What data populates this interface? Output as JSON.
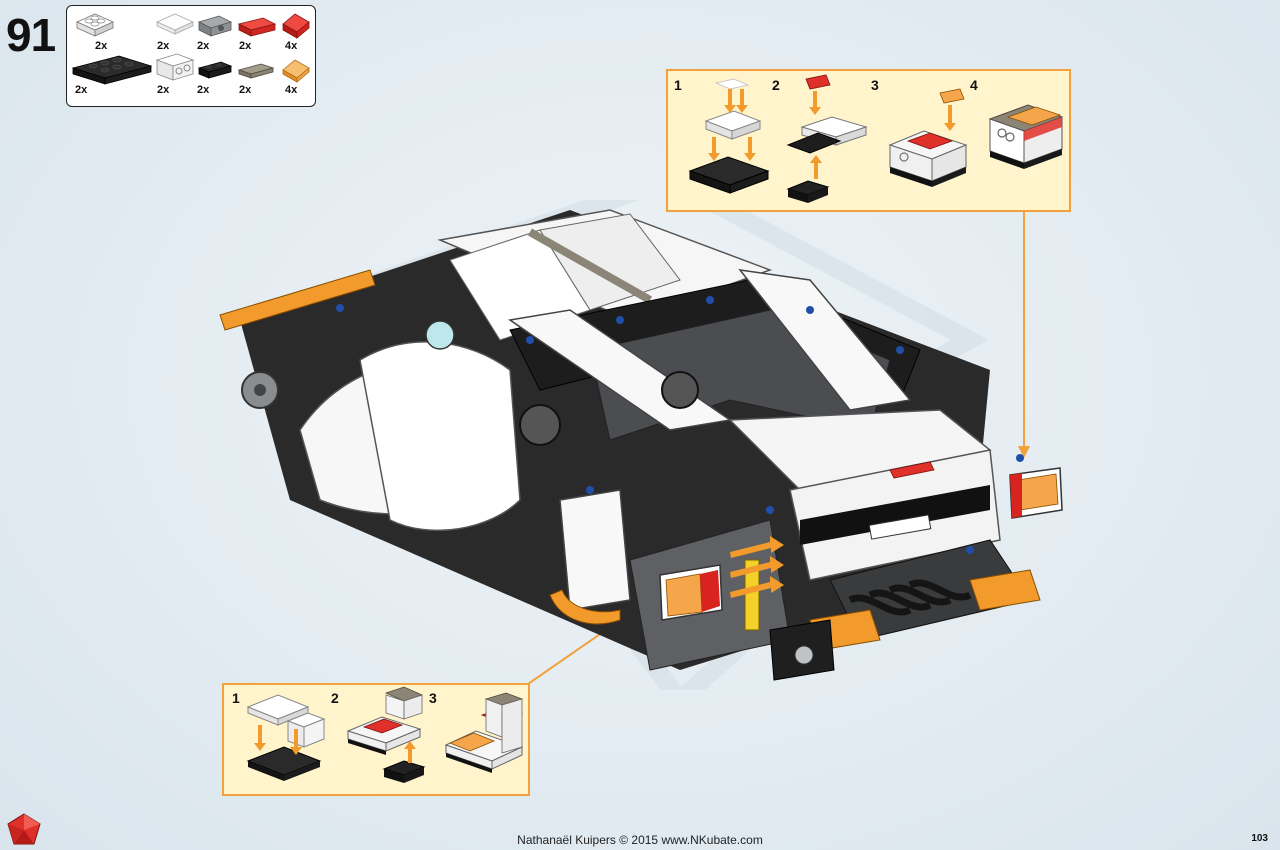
{
  "step": {
    "number": "91"
  },
  "parts": [
    {
      "name": "white-plate-2x2",
      "qty": "2x",
      "color": "#f4f4f4"
    },
    {
      "name": "white-tile-2x2",
      "qty": "2x",
      "color": "#fafafa"
    },
    {
      "name": "gray-technic-brick",
      "qty": "2x",
      "color": "#8a8d90"
    },
    {
      "name": "red-trans-tile",
      "qty": "2x",
      "color": "#d8231f"
    },
    {
      "name": "red-trans-slope",
      "qty": "4x",
      "color": "#e0302a"
    },
    {
      "name": "black-plate-2x4",
      "qty": "2x",
      "color": "#1c1c1c"
    },
    {
      "name": "white-technic-brick",
      "qty": "2x",
      "color": "#f6f6f6"
    },
    {
      "name": "black-plate-1x2",
      "qty": "2x",
      "color": "#1e1e1e"
    },
    {
      "name": "dark-tan-tile",
      "qty": "2x",
      "color": "#8c8576"
    },
    {
      "name": "orange-trans-slope",
      "qty": "4x",
      "color": "#f3a447"
    }
  ],
  "callout_top": {
    "steps": [
      "1",
      "2",
      "3",
      "4"
    ]
  },
  "callout_bottom": {
    "steps": [
      "1",
      "2",
      "3"
    ]
  },
  "footer": {
    "credit": "Nathanaël Kuipers © 2015 www.NKubate.com",
    "page": "103"
  },
  "colors": {
    "accent": "#f2a23c",
    "callout_fill": "#fff4cc"
  }
}
